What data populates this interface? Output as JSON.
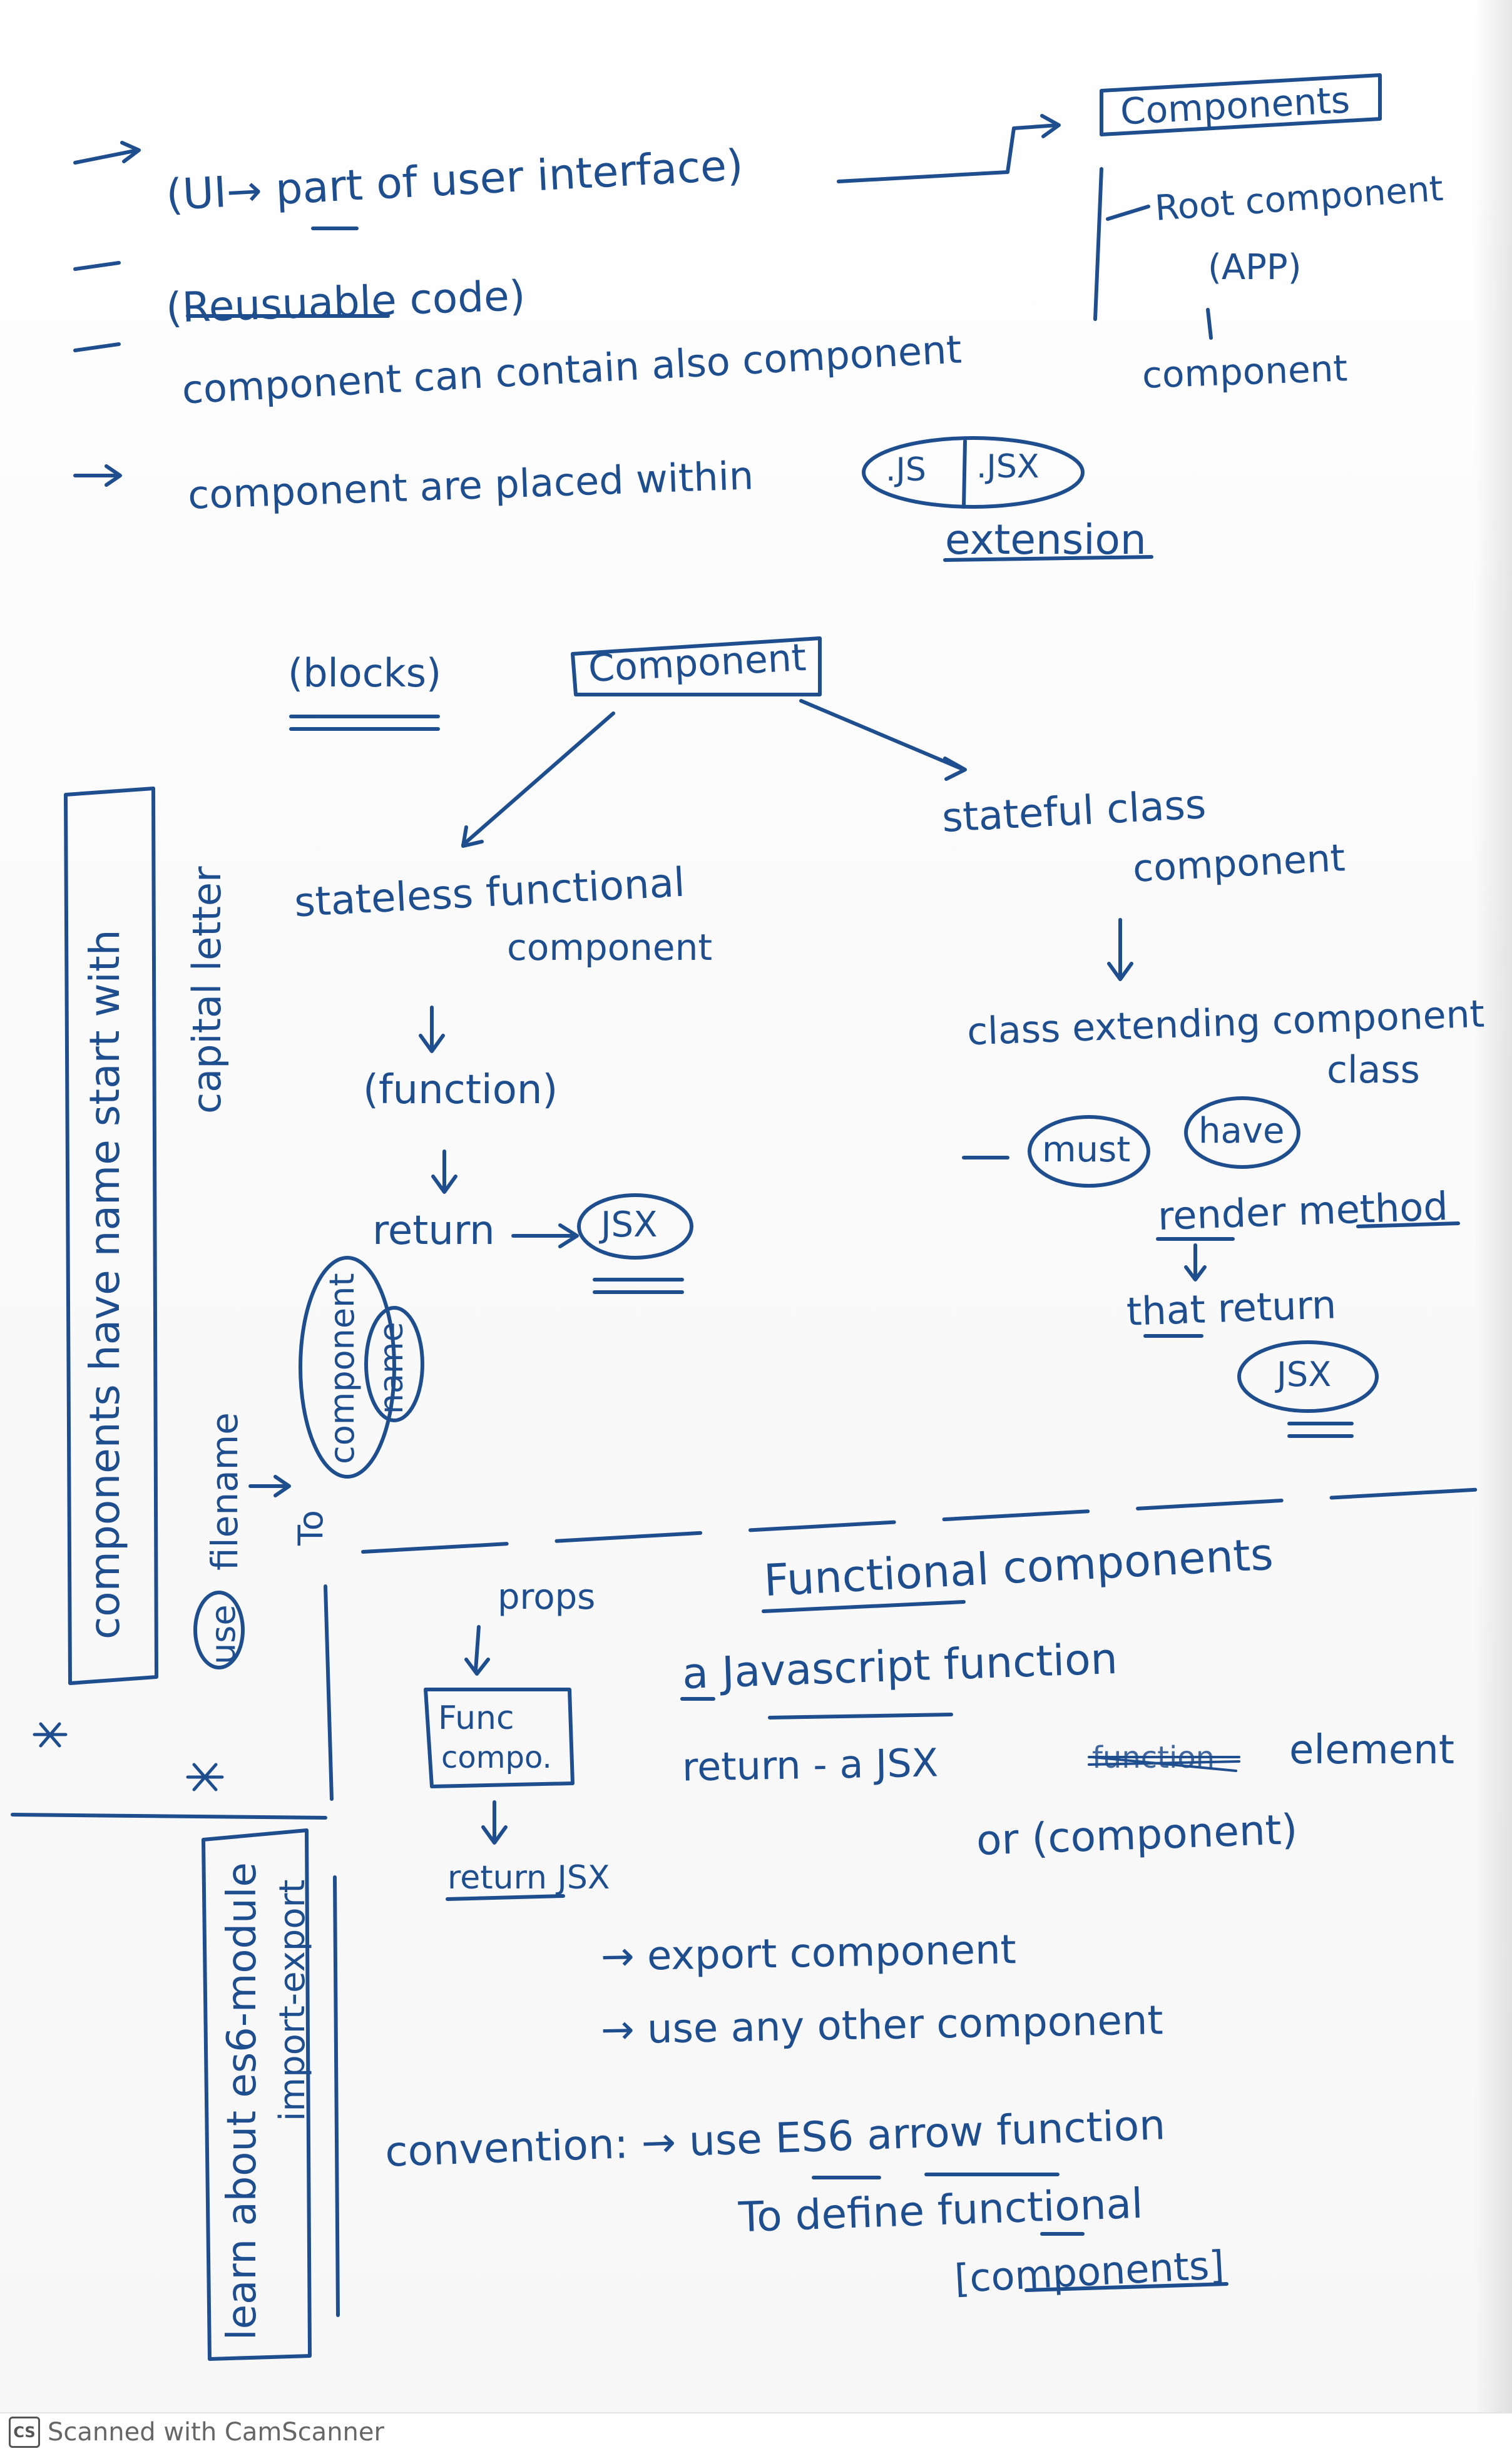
{
  "ink_color": "#1f4e8f",
  "intro": {
    "line1": "(UI→ part of user interface)",
    "line2": "(Reusuable code)",
    "line3": "component can contain also component",
    "line4a": "component are placed within",
    "ext_js": ".JS",
    "ext_jsx": ".JSX",
    "line4b": "extension"
  },
  "components_box": {
    "label": "Components",
    "root": "Root component",
    "app": "(APP)",
    "child": "component"
  },
  "tree": {
    "blocks": "(blocks)",
    "root": "Component",
    "stateless_1": "stateless functional",
    "stateless_2": "component",
    "function": "(function)",
    "return": "return",
    "jsx": "JSX",
    "stateful_1": "stateful class",
    "stateful_2": "component",
    "class_ext_1": "class extending component",
    "class_ext_2": "class",
    "must": "must",
    "have": "have",
    "render": "render method",
    "that_return": "that return",
    "jsx2": "JSX"
  },
  "sidebar": {
    "vertical_1": "components have name start with",
    "vertical_2": "capital letter",
    "use": "use",
    "filename": "filename",
    "to": "To",
    "component": "component",
    "name": "name"
  },
  "functional": {
    "heading": "Functional components",
    "props": "props",
    "func_box_1": "Func",
    "func_box_2": "compo.",
    "return_jsx": "return JSX",
    "item1": "a Javascript function",
    "item2a": "return - a JSX",
    "item2_struck": "function",
    "item2b": "element",
    "item2c": "or (component)",
    "item3": "→ export component",
    "item4": "→ use any other component",
    "convention_1": "convention: → use ES6 arrow function",
    "convention_2": "To define functional",
    "convention_3": "[components]"
  },
  "es6": {
    "vertical_1": "learn about es6-module",
    "vertical_2": "import-export"
  },
  "footer": {
    "badge": "CS",
    "text": "Scanned with CamScanner"
  }
}
